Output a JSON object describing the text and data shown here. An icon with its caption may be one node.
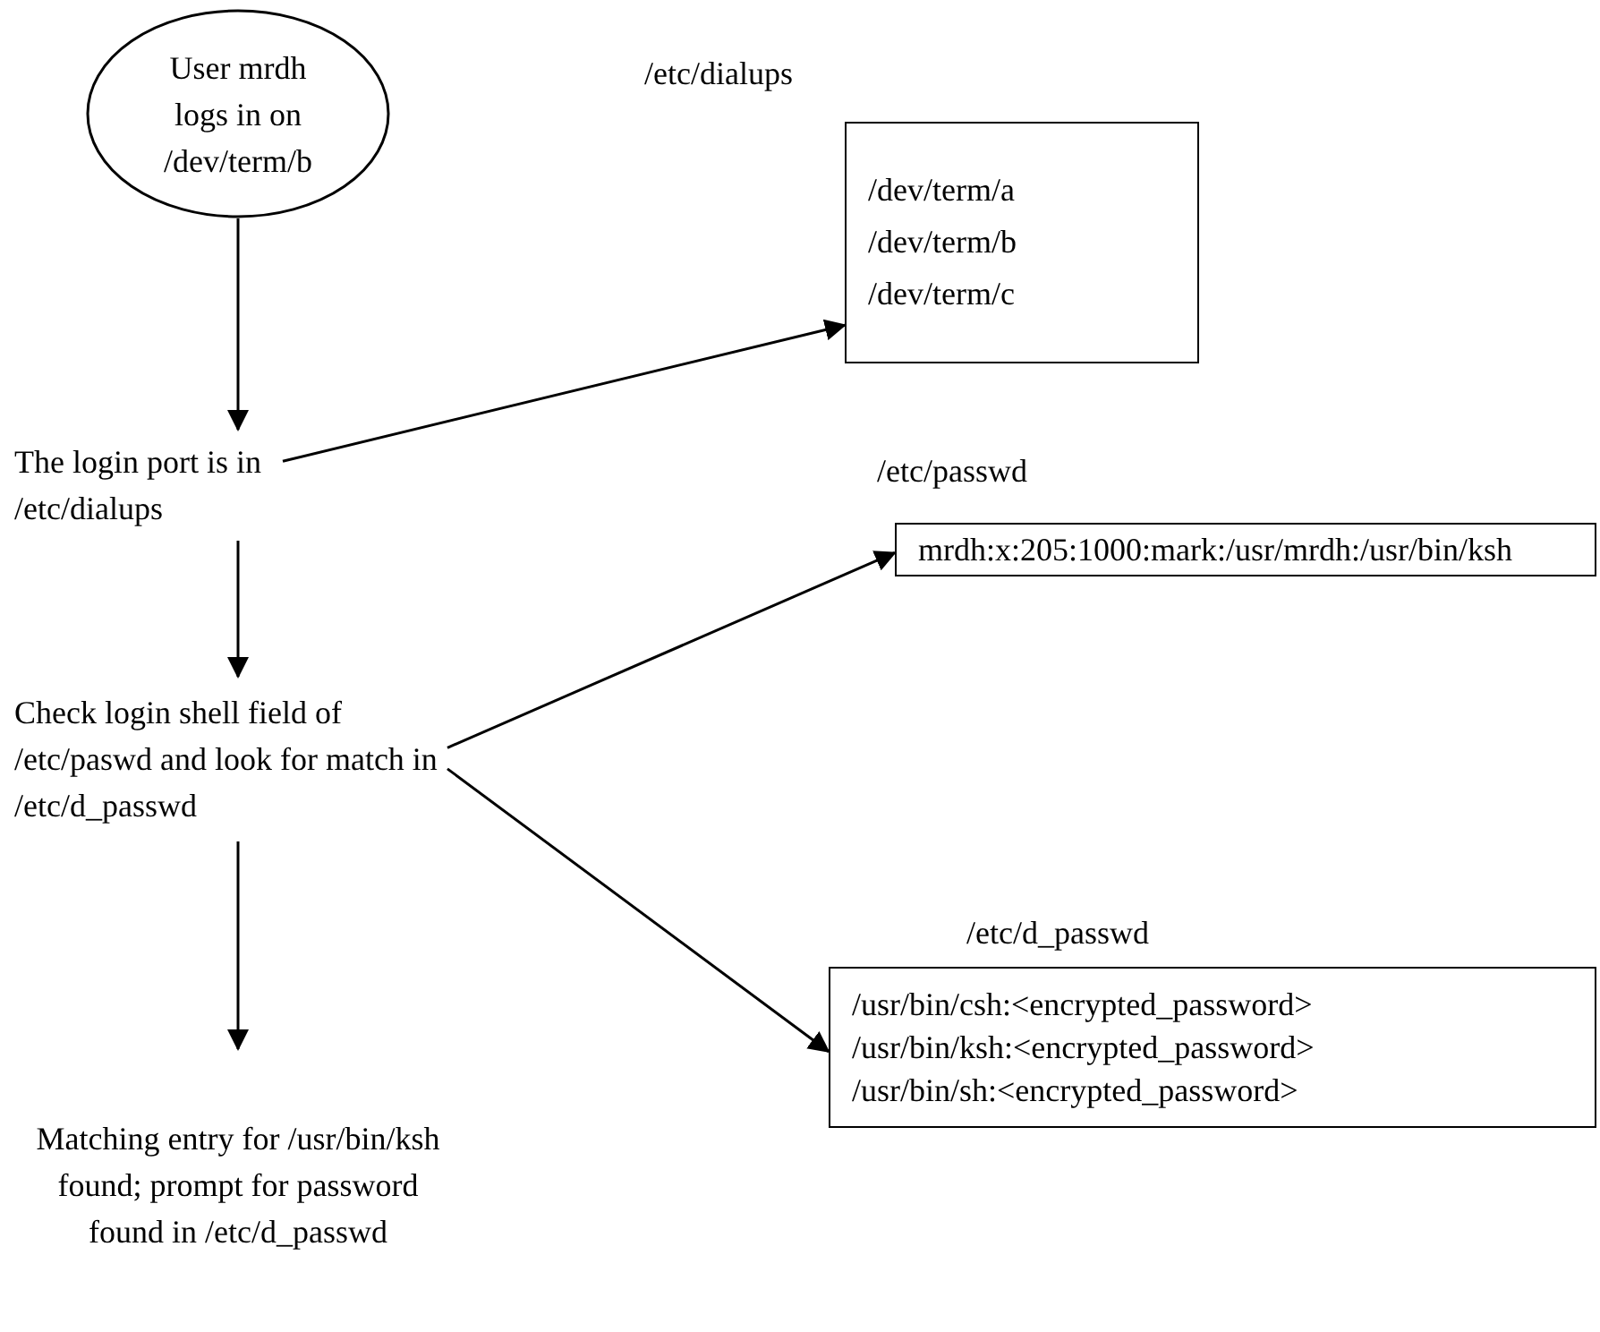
{
  "diagram": {
    "nodes": [
      {
        "text": [
          "User mrdh logs in on /dev/term/b"
        ]
      },
      {
        "text": [
          "The login port is in /etc/dialups"
        ]
      },
      {
        "text": [
          "/etc/dialups",
          "/dev/term/a",
          "/dev/term/b",
          "/dev/term/c"
        ]
      },
      {
        "text": [
          "Check login shell field of /etc/paswd and look for match in /etc/d_passwd"
        ]
      },
      {
        "text": [
          "/etc/passwd",
          "mrdh:x:205:1000:mark:/usr/mrdh:/usr/bin/ksh"
        ]
      },
      {
        "text": [
          "/etc/d_passwd",
          "/usr/bin/csh:<encrypted_password>",
          "/usr/bin/ksh:<encrypted_password>",
          "/usr/bin/sh:<encrypted_password>"
        ]
      },
      {
        "text": [
          "Matching entry for /usr/bin/ksh found; prompt for password found in /etc/d_passwd"
        ]
      }
    ],
    "edges": [
      {
        "from": 0,
        "to": 1,
        "arrow": "to"
      },
      {
        "from": 1,
        "to": 2,
        "arrow": "to"
      },
      {
        "from": 1,
        "to": 3,
        "arrow": "to"
      },
      {
        "from": 3,
        "to": 4,
        "arrow": "to"
      },
      {
        "from": 3,
        "to": 5,
        "arrow": "to"
      },
      {
        "from": 3,
        "to": 6,
        "arrow": "to"
      }
    ]
  }
}
